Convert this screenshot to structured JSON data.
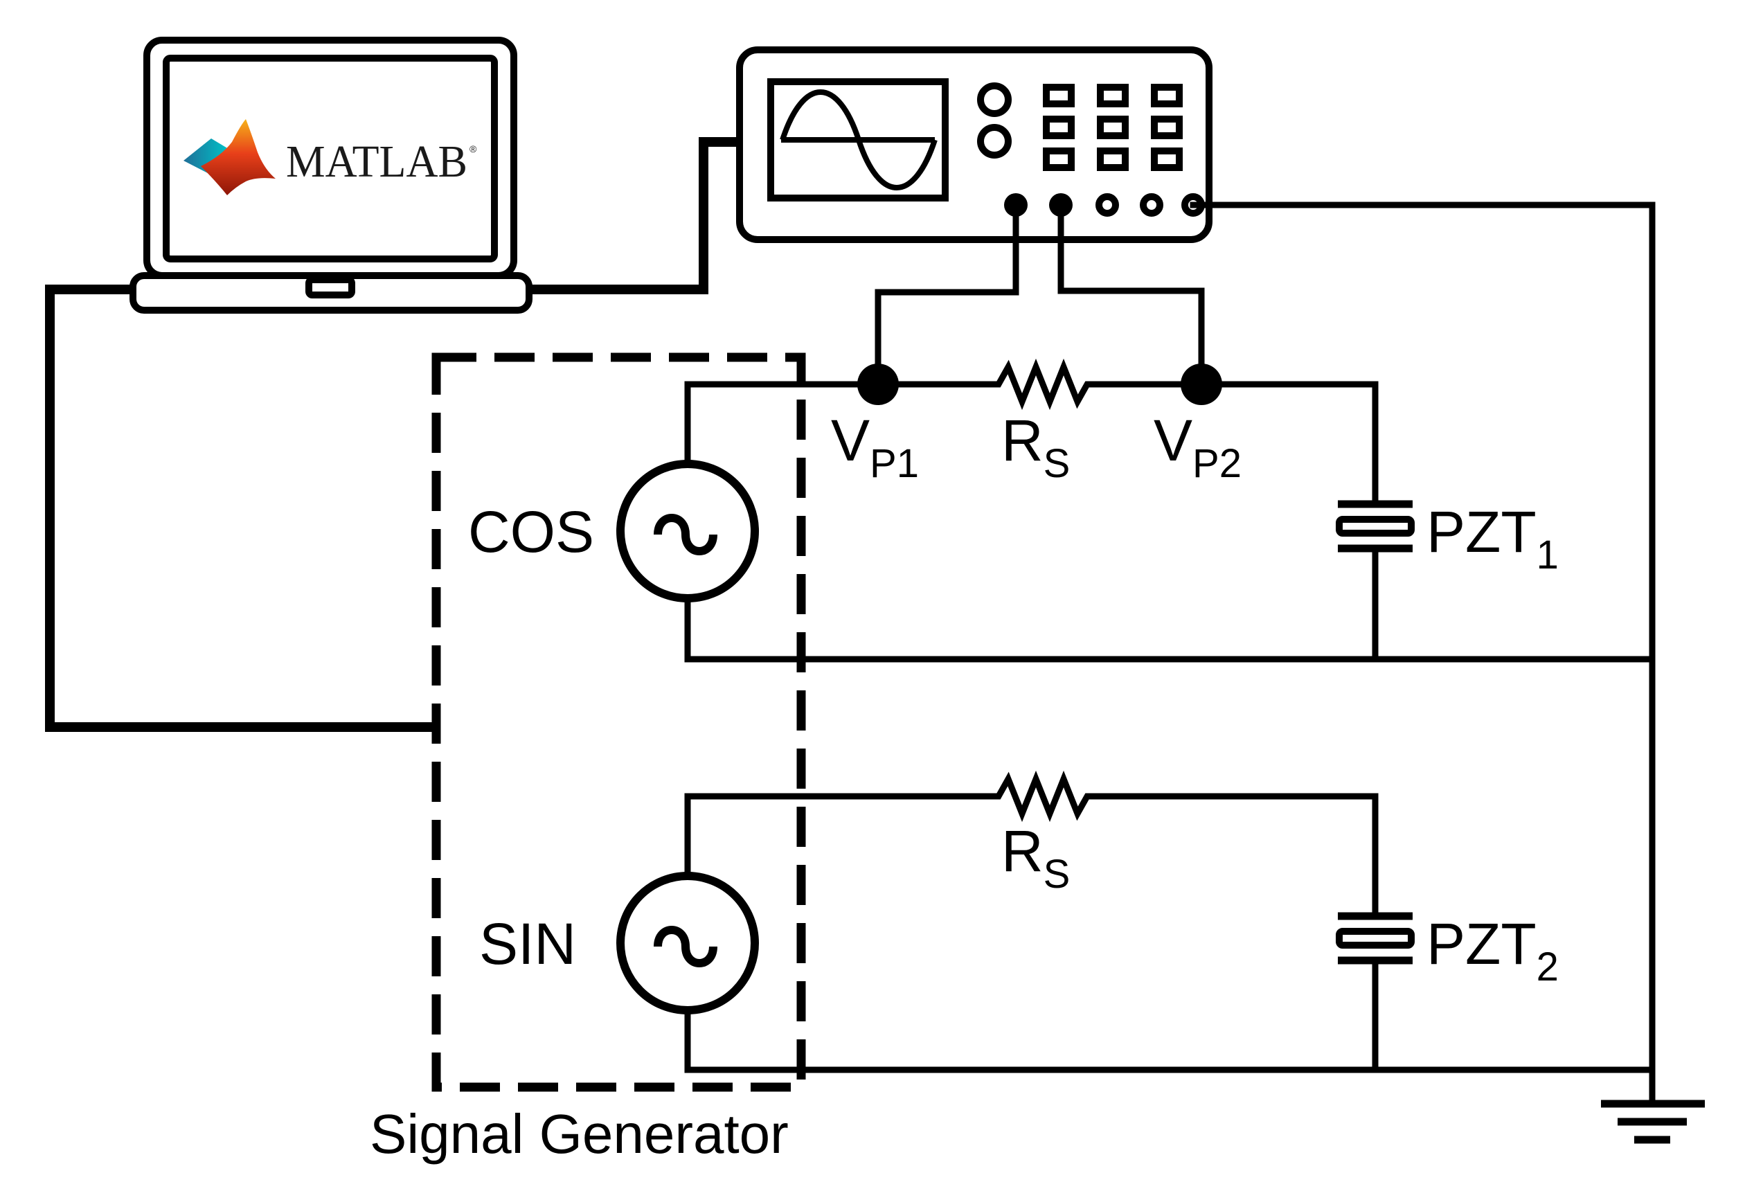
{
  "labels": {
    "vp1_main": "V",
    "vp1_sub": "P1",
    "vp2_main": "V",
    "vp2_sub": "P2",
    "rs_top_main": "R",
    "rs_top_sub": "S",
    "rs_bottom_main": "R",
    "rs_bottom_sub": "S",
    "cos": "COS",
    "sin": "SIN",
    "pzt1_main": "PZT",
    "pzt1_sub": "1",
    "pzt2_main": "PZT",
    "pzt2_sub": "2",
    "signal_generator": "Signal Generator"
  },
  "logo": {
    "text": "MATLAB",
    "registered": "®"
  },
  "colors": {
    "line": "#000000",
    "background": "#ffffff",
    "logo_peak": "#e8401a",
    "logo_base": "#00a3b8"
  }
}
